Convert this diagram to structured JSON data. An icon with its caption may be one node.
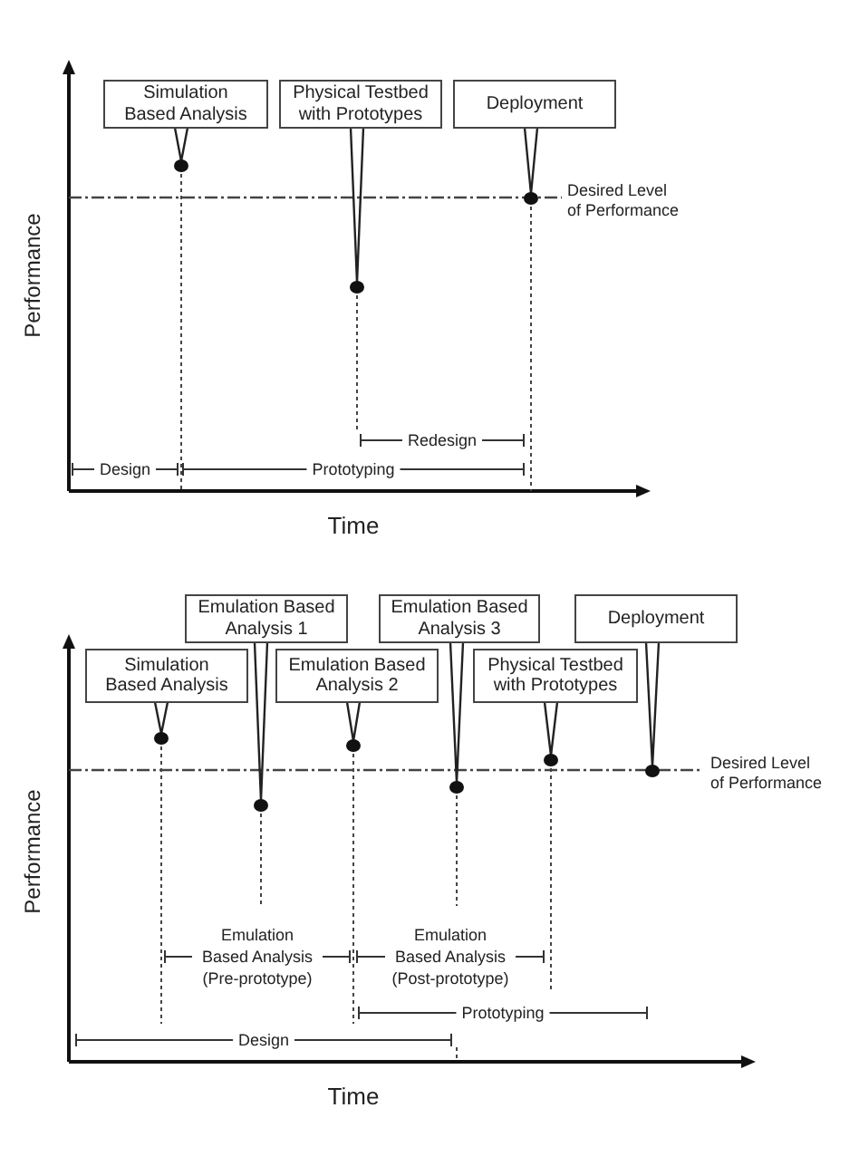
{
  "diagram": {
    "nodes": [
      {
        "text": [
          "Simulation Based Analysis"
        ]
      },
      {
        "text": [
          "Physical Testbed with Prototypes"
        ]
      },
      {
        "text": [
          "Deployment"
        ]
      },
      {
        "text": [],
        "shape": "circle"
      },
      {
        "text": [],
        "shape": "circle"
      },
      {
        "text": [],
        "shape": "circle"
      },
      {
        "text": [
          "Simulation Based Analysis"
        ]
      },
      {
        "text": [
          "Emulation Based Analysis 1"
        ]
      },
      {
        "text": [
          "Emulation Based Analysis 2"
        ]
      },
      {
        "text": [
          "Emulation Based Analysis 3"
        ]
      },
      {
        "text": [
          "Physical Testbed with Prototypes"
        ]
      },
      {
        "text": [
          "Deployment"
        ]
      },
      {
        "text": [],
        "shape": "circle"
      },
      {
        "text": [],
        "shape": "circle"
      },
      {
        "text": [],
        "shape": "circle"
      },
      {
        "text": [],
        "shape": "circle"
      },
      {
        "text": [],
        "shape": "circle"
      },
      {
        "text": [],
        "shape": "circle"
      }
    ],
    "edges": [
      {
        "from": 0,
        "to": 3,
        "arrow": "none"
      },
      {
        "from": 1,
        "to": 4,
        "arrow": "none"
      },
      {
        "from": 2,
        "to": 5,
        "arrow": "none"
      },
      {
        "from": 6,
        "to": 12,
        "arrow": "none"
      },
      {
        "from": 7,
        "to": 13,
        "arrow": "none"
      },
      {
        "from": 8,
        "to": 14,
        "arrow": "none"
      },
      {
        "from": 9,
        "to": 15,
        "arrow": "none"
      },
      {
        "from": 10,
        "to": 16,
        "arrow": "none"
      },
      {
        "from": 11,
        "to": 17,
        "arrow": "none"
      }
    ],
    "labels": [
      "Desired Level of Performance",
      "Performance",
      "Redesign",
      "Design",
      "Prototyping",
      "Time",
      "Desired Level of Performance",
      "Performance",
      "Emulation Based Analysis (Pre-prototype)",
      "Emulation Based Analysis (Post-prototype)",
      "Prototyping",
      "Design",
      "Time"
    ]
  }
}
